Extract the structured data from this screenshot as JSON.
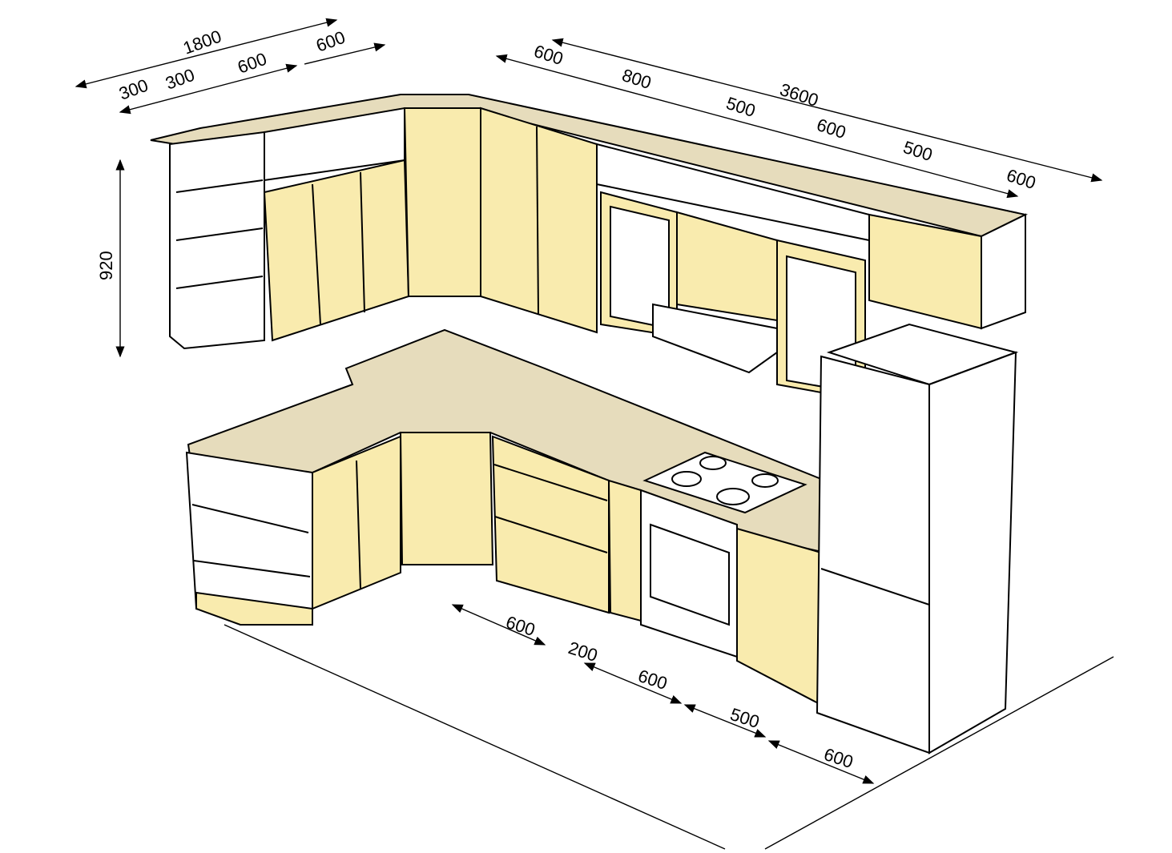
{
  "dimensions": {
    "upper_left": {
      "total": "1800",
      "seg1": "300",
      "seg2": "300",
      "seg3": "600",
      "seg4": "600"
    },
    "upper_right": {
      "seg1": "600",
      "seg2": "800",
      "total": "3600",
      "seg3": "500",
      "seg4": "600",
      "seg5": "500",
      "seg6": "600"
    },
    "height": {
      "upper_cabinet": "920"
    },
    "lower": {
      "seg1": "600",
      "seg2": "200",
      "seg3": "600",
      "seg4": "500",
      "seg5": "600"
    }
  },
  "colors": {
    "cabinet": "#F9EBAE",
    "countertop": "#E6DCBC",
    "line": "#000000"
  }
}
